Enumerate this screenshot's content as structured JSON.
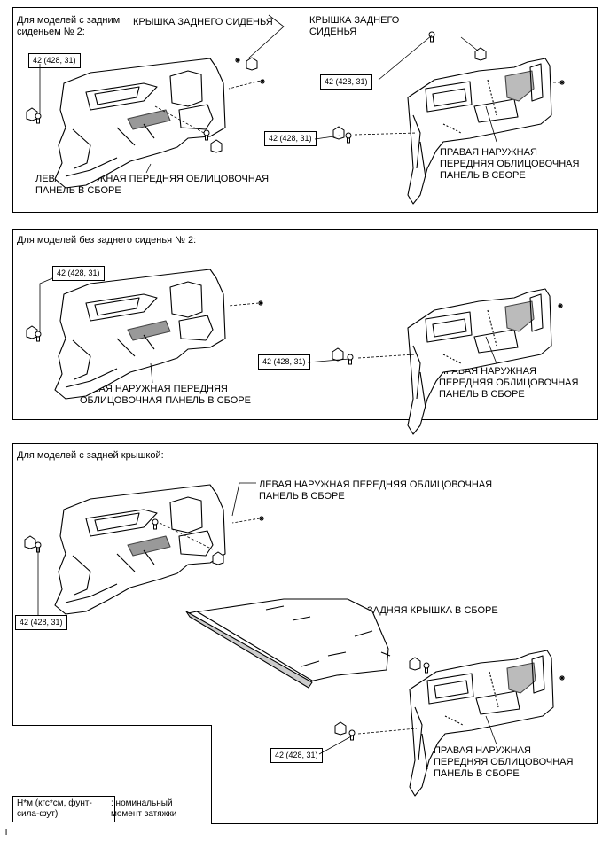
{
  "section1": {
    "title": "Для моделей с задним\nсиденьем № 2:",
    "cover_left": "КРЫШКА ЗАДНЕГО СИДЕНЬЯ",
    "cover_right": "КРЫШКА ЗАДНЕГО\nСИДЕНЬЯ",
    "torque_1": "42 (428, 31)",
    "torque_2": "42 (428, 31)",
    "torque_3": "42 (428, 31)",
    "left_panel": "ЛЕВАЯ НАРУЖНАЯ ПЕРЕДНЯЯ ОБЛИЦОВОЧНАЯ\nПАНЕЛЬ В СБОРЕ",
    "right_panel": "ПРАВАЯ НАРУЖНАЯ\nПЕРЕДНЯЯ ОБЛИЦОВОЧНАЯ\nПАНЕЛЬ В СБОРЕ"
  },
  "section2": {
    "title": "Для моделей без заднего сиденья № 2:",
    "torque_1": "42 (428, 31)",
    "torque_2": "42 (428, 31)",
    "left_panel": "ЛЕВАЯ НАРУЖНАЯ ПЕРЕДНЯЯ\nОБЛИЦОВОЧНАЯ ПАНЕЛЬ В СБОРЕ",
    "right_panel": "ПРАВАЯ НАРУЖНАЯ\nПЕРЕДНЯЯ ОБЛИЦОВОЧНАЯ\nПАНЕЛЬ В СБОРЕ"
  },
  "section3": {
    "title": "Для моделей с задней крышкой:",
    "left_panel": "ЛЕВАЯ НАРУЖНАЯ ПЕРЕДНЯЯ ОБЛИЦОВОЧНАЯ\nПАНЕЛЬ В СБОРЕ",
    "rear_cover": "ЗАДНЯЯ КРЫШКА В СБОРЕ",
    "torque_1": "42 (428, 31)",
    "torque_2": "42 (428, 31)",
    "right_panel": "ПРАВАЯ НАРУЖНАЯ\nПЕРЕДНЯЯ ОБЛИЦОВОЧНАЯ\nПАНЕЛЬ В СБОРЕ"
  },
  "legend": {
    "unit": "Н*м (кгс*см, фунт-\nсила-фут)",
    "desc": ": номинальный\nмомент затяжки"
  },
  "footer_mark": "T"
}
